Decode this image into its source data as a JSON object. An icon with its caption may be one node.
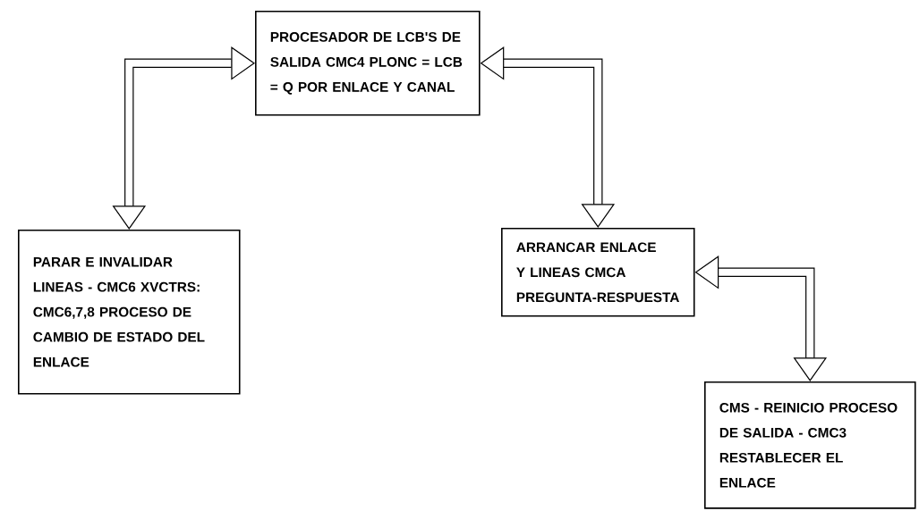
{
  "diagram": {
    "nodes": [
      {
        "text": [
          "PROCESADOR DE LCB'S DE SALIDA CMC4 PLONC = LCB = Q POR ENLACE Y CANAL"
        ]
      },
      {
        "text": [
          "PARAR E INVALIDAR LINEAS - CMC6 XVCTRS: CMC6,7,8 PROCESO DE CAMBIO DE ESTADO DEL ENLACE"
        ]
      },
      {
        "text": [
          "ARRANCAR ENLACE Y LINEAS CMCA PREGUNTA-RESPUESTA"
        ]
      },
      {
        "text": [
          "CMS - REINICIO PROCESO DE SALIDA - CMC3 RESTABLECER EL ENLACE"
        ]
      }
    ],
    "edges": [
      {
        "from": 0,
        "to": 1,
        "arrow": "both"
      },
      {
        "from": 0,
        "to": 2,
        "arrow": "both"
      },
      {
        "from": 2,
        "to": 3,
        "arrow": "both"
      }
    ]
  }
}
